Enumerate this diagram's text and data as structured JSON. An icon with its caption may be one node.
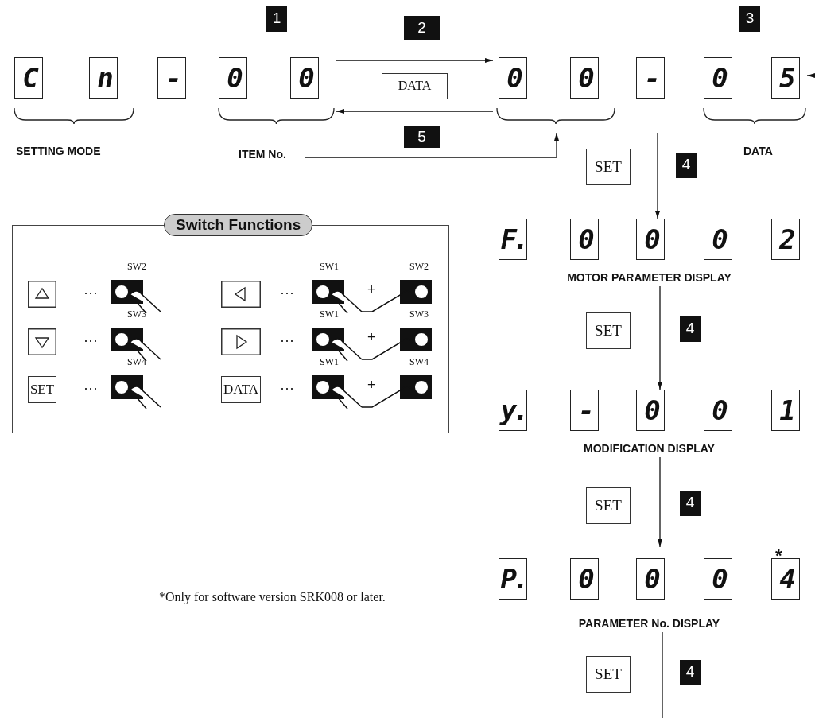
{
  "diagram": {
    "nodes": [
      {
        "text": [
          "C",
          "n",
          "-",
          "0",
          "0"
        ]
      },
      {
        "text": [
          "ITEM No."
        ]
      },
      {
        "text": [
          "0",
          "0",
          "-",
          "0",
          "5"
        ]
      },
      {
        "text": [
          "F.",
          "0",
          "0",
          "0",
          "2"
        ],
        "beside": [
          "MOTOR PARAMETER DISPLAY"
        ]
      },
      {
        "text": [
          "y.",
          "-",
          "0",
          "0",
          "1"
        ],
        "beside": [
          "MODIFICATION DISPLAY"
        ]
      },
      {
        "text": [
          "P.",
          "0",
          "0",
          "0",
          "4"
        ],
        "beside": [
          "*",
          "PARAMETER No. DISPLAY"
        ]
      },
      {
        "text": [
          "Switch Functions"
        ]
      }
    ],
    "edges": [
      {
        "from": 0,
        "to": 2,
        "arrow": "to",
        "label": "2"
      },
      {
        "from": 2,
        "to": 0,
        "arrow": "to",
        "label": "5"
      },
      {
        "from": 2,
        "to": 3,
        "arrow": "to",
        "label": "SET"
      },
      {
        "from": 3,
        "to": 4,
        "arrow": "to",
        "label": "SET"
      },
      {
        "from": 4,
        "to": 5,
        "arrow": "to",
        "label": "SET"
      },
      {
        "from": 5,
        "to": null,
        "arrow": "none",
        "label": "SET"
      },
      {
        "from": 1,
        "to": 2,
        "arrow": "to"
      },
      {
        "from": null,
        "to": 2,
        "arrow": "to"
      }
    ],
    "labels": [
      "1",
      "DATA",
      "3",
      "SETTING MODE",
      "DATA",
      "4",
      "4",
      "4",
      "4",
      "···",
      "SW2",
      "···",
      "SW1",
      "+",
      "SW2",
      "···",
      "SW3",
      "···",
      "SW1",
      "+",
      "SW3",
      "SET",
      "···",
      "SW4",
      "DATA",
      "···",
      "SW1",
      "+",
      "SW4",
      "*Only for software version SRK008 or later."
    ]
  }
}
